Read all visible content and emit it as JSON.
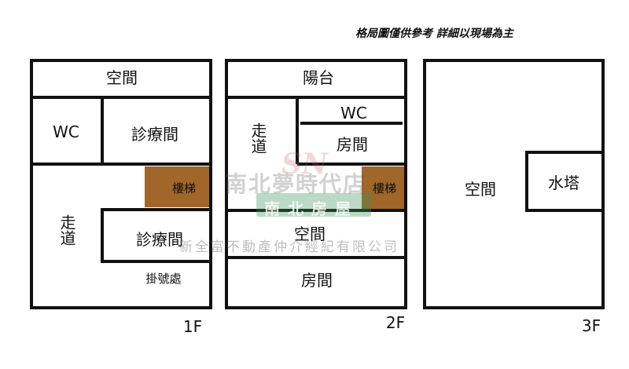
{
  "note": "格局圖僅供參考 詳細以現場為主",
  "floors": [
    {
      "label": "1F",
      "rooms": {
        "space": "空間",
        "wc": "WC",
        "clinic_top": "診療間",
        "stairs": "樓梯",
        "corridor": "走道",
        "clinic_bottom": "診療間",
        "registration": "掛號處"
      }
    },
    {
      "label": "2F",
      "rooms": {
        "balcony": "陽台",
        "wc": "WC",
        "corridor": "走道",
        "room_top": "房間",
        "stairs": "樓梯",
        "space": "空間",
        "room_bottom": "房間"
      }
    },
    {
      "label": "3F",
      "rooms": {
        "space": "空間",
        "water_tower": "水塔"
      }
    }
  ],
  "watermark": {
    "brand": "南北夢時代店",
    "logo_letters": "SN",
    "logo_text": "南北房屋",
    "company": "新全富不動產仲介經紀有限公司"
  },
  "colors": {
    "wall": "#111111",
    "stairs_fill": "#a0662a",
    "background": "#ffffff"
  }
}
